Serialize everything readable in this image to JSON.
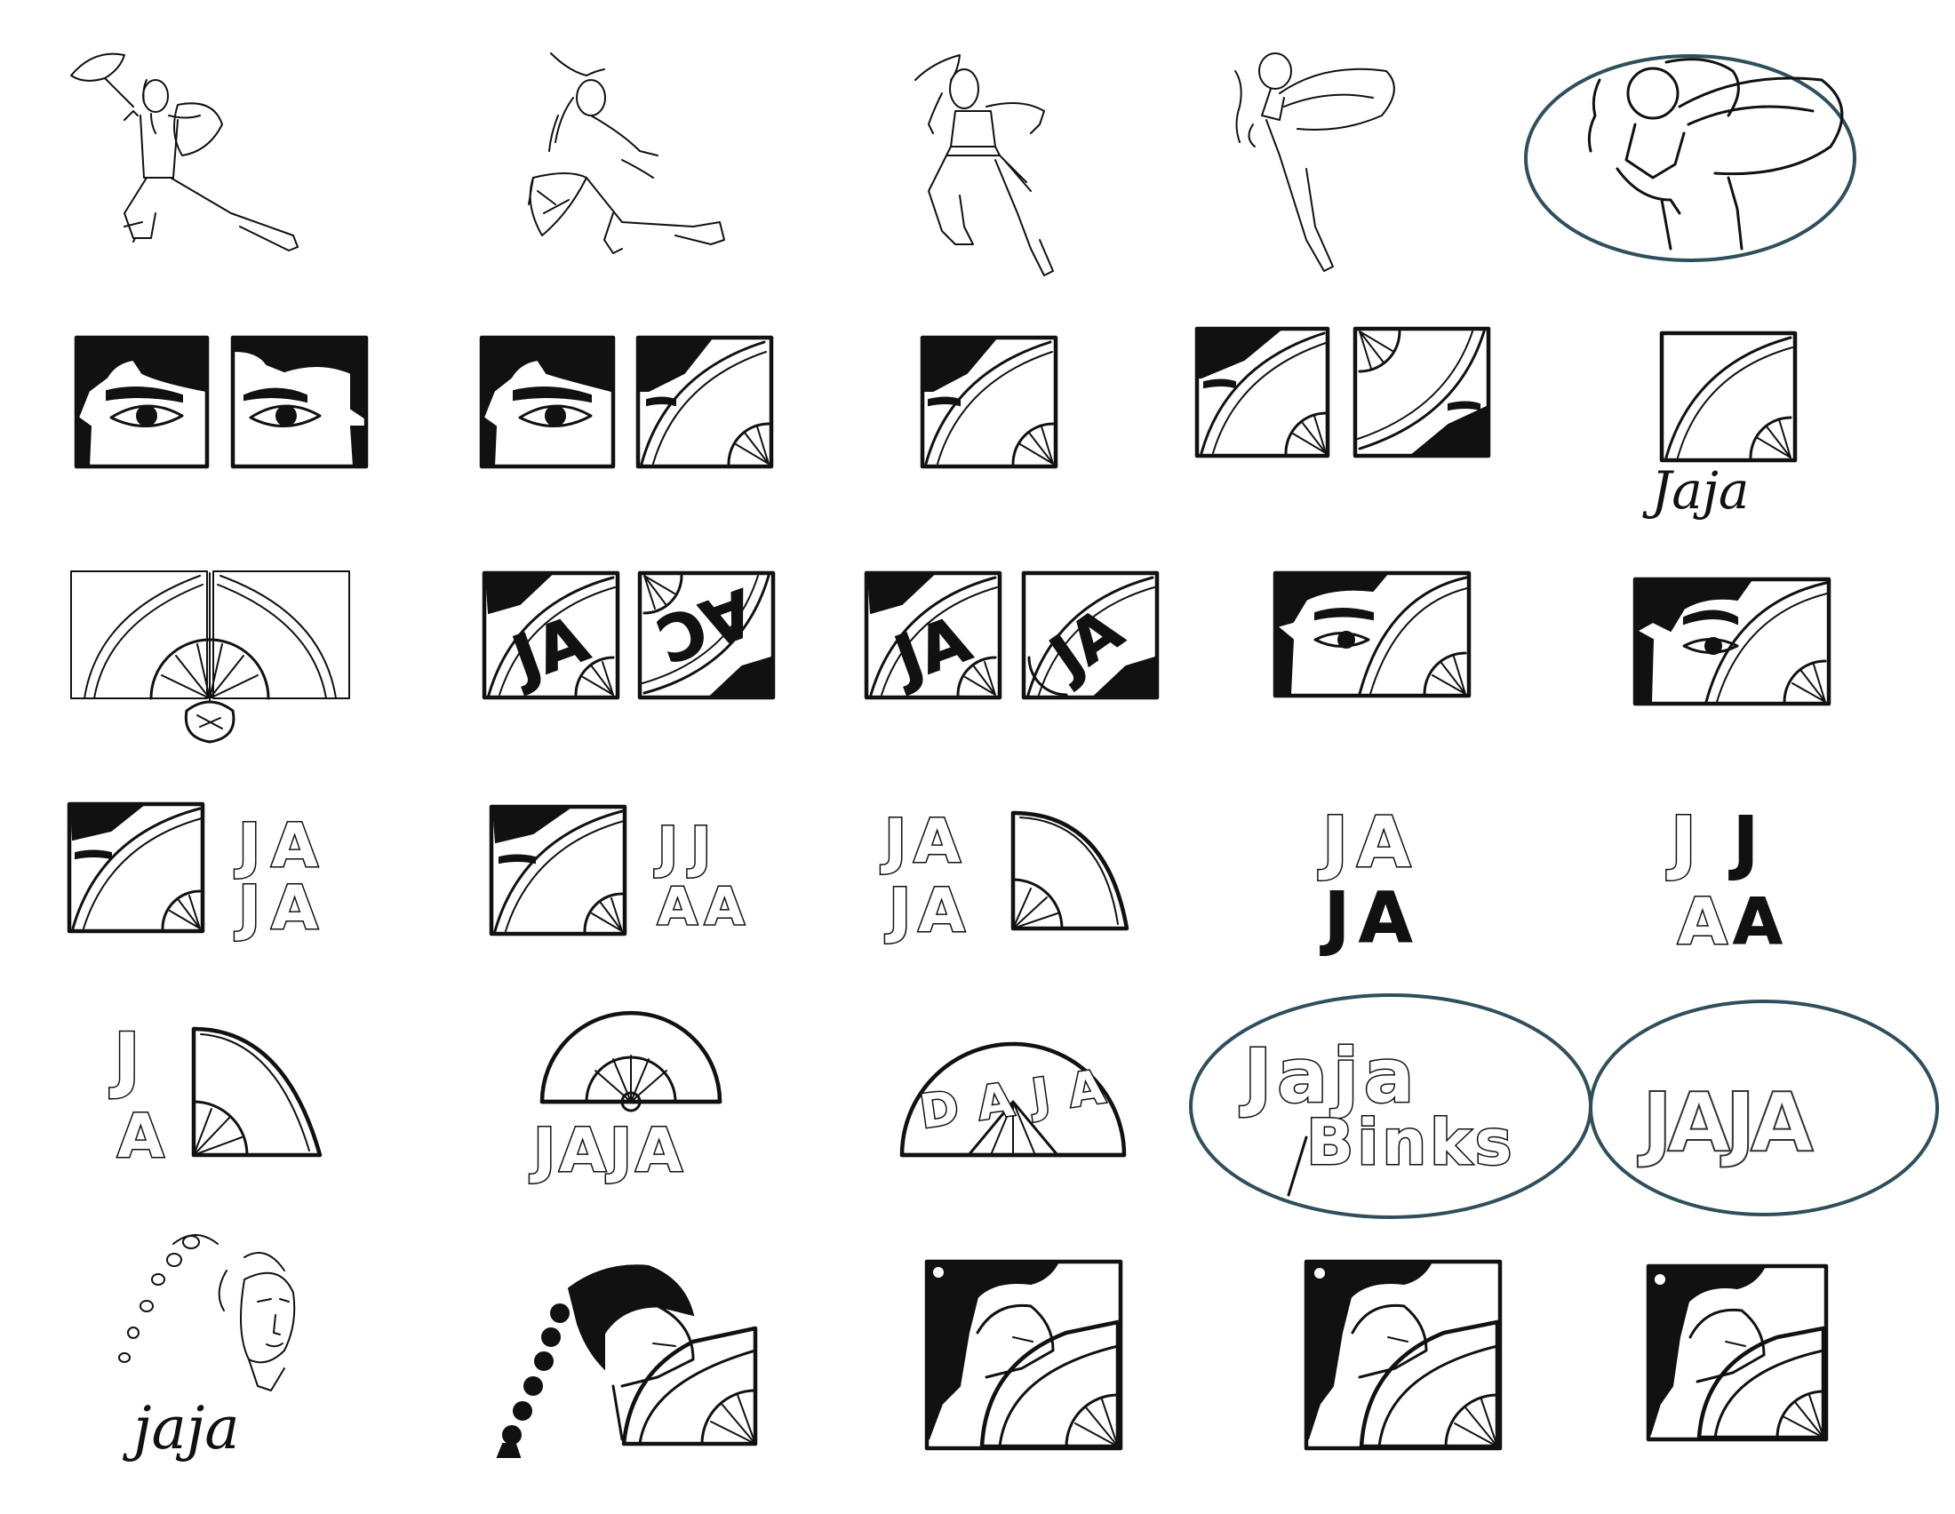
{
  "sheet": {
    "accent_color": "#2f4f5c",
    "ink_color": "#111111",
    "paper_color": "#ffffff"
  },
  "lettering": {
    "script_name": "Jaja",
    "script_name_lower": "jaja",
    "mark_ja": "JA",
    "mark_ja_mirrored": "AC",
    "stacked_ja_top": "JA",
    "stacked_ja_bottom": "JA",
    "stacked_jj": "JJ",
    "stacked_aa": "AA",
    "letter_j": "J",
    "letter_a": "A",
    "jaja_caps": "JAJA",
    "arched_jaja": "DAJA",
    "wordmark_line1": "Jaja",
    "wordmark_line2": "Binks",
    "abstract_mark": "JAJA"
  },
  "icons": {
    "figure": "fan-dancer-figure-icon",
    "fan": "folding-fan-icon",
    "eye": "eye-icon",
    "portrait": "face-portrait-icon"
  }
}
